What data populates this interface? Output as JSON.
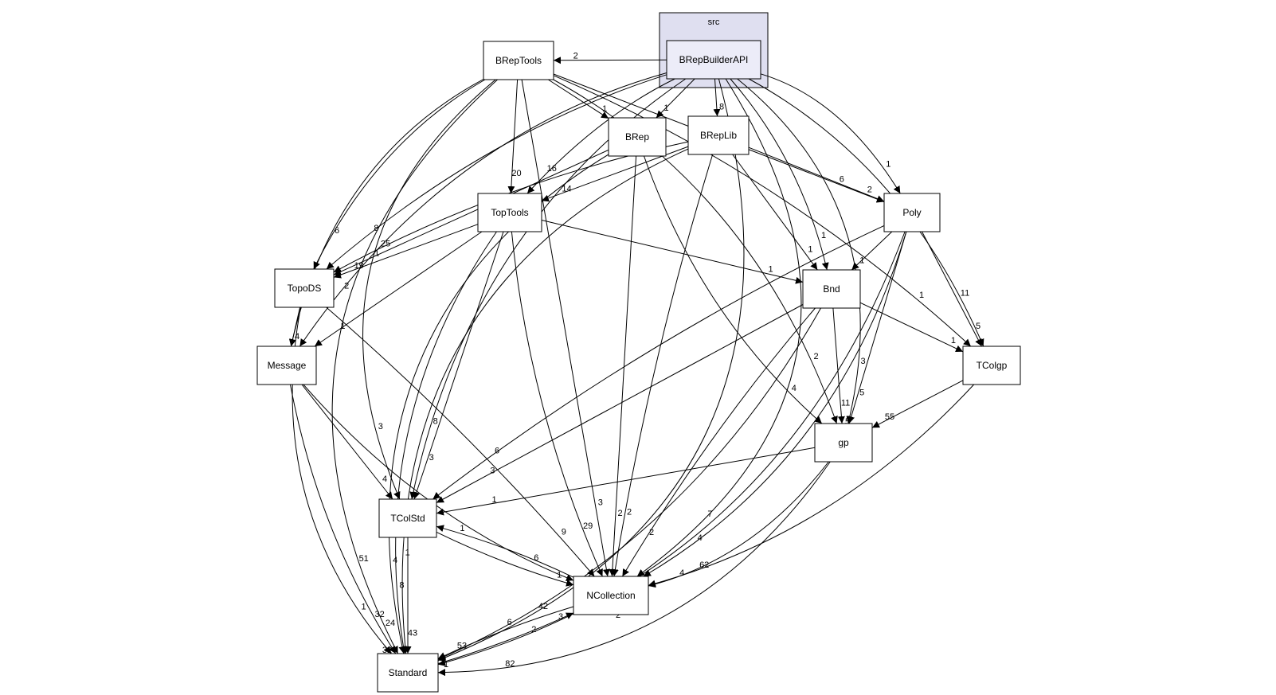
{
  "cluster": {
    "label": "src"
  },
  "nodes": [
    {
      "id": "BRepBuilderAPI",
      "label": "BRepBuilderAPI",
      "in_cluster": true
    },
    {
      "id": "BRepTools",
      "label": "BRepTools"
    },
    {
      "id": "BRep",
      "label": "BRep"
    },
    {
      "id": "BRepLib",
      "label": "BRepLib"
    },
    {
      "id": "TopTools",
      "label": "TopTools"
    },
    {
      "id": "Poly",
      "label": "Poly"
    },
    {
      "id": "TopoDS",
      "label": "TopoDS"
    },
    {
      "id": "Bnd",
      "label": "Bnd"
    },
    {
      "id": "Message",
      "label": "Message"
    },
    {
      "id": "TColgp",
      "label": "TColgp"
    },
    {
      "id": "gp",
      "label": "gp"
    },
    {
      "id": "TColStd",
      "label": "TColStd"
    },
    {
      "id": "NCollection",
      "label": "NCollection"
    },
    {
      "id": "Standard",
      "label": "Standard"
    }
  ],
  "edges": [
    {
      "from": "BRepBuilderAPI",
      "to": "BRepTools",
      "label": "2"
    },
    {
      "from": "BRepBuilderAPI",
      "to": "BRep",
      "label": "1"
    },
    {
      "from": "BRepBuilderAPI",
      "to": "BRepLib",
      "label": "8"
    },
    {
      "from": "BRepBuilderAPI",
      "to": "TopTools",
      "label": "16"
    },
    {
      "from": "BRepBuilderAPI",
      "to": "Poly",
      "label": "1"
    },
    {
      "from": "BRepBuilderAPI",
      "to": "TopoDS",
      "label": "8"
    },
    {
      "from": "BRepBuilderAPI",
      "to": "Bnd",
      "label": "1"
    },
    {
      "from": "BRepBuilderAPI",
      "to": "Message",
      "label": "2"
    },
    {
      "from": "BRepBuilderAPI",
      "to": "TColgp",
      "label": "11"
    },
    {
      "from": "BRepBuilderAPI",
      "to": "gp",
      "label": "3"
    },
    {
      "from": "BRepBuilderAPI",
      "to": "TColStd",
      "label": "8"
    },
    {
      "from": "BRepBuilderAPI",
      "to": "NCollection",
      "label": "7"
    },
    {
      "from": "BRepBuilderAPI",
      "to": "Standard",
      "label": "42"
    },
    {
      "from": "BRepTools",
      "to": "BRep",
      "label": "1"
    },
    {
      "from": "BRepTools",
      "to": "TopTools",
      "label": "20"
    },
    {
      "from": "BRepTools",
      "to": "TopoDS",
      "label": "6"
    },
    {
      "from": "BRepTools",
      "to": "Message",
      "label": "2"
    },
    {
      "from": "BRepTools",
      "to": "TColStd",
      "label": "3"
    },
    {
      "from": "BRepTools",
      "to": "NCollection",
      "label": "3"
    },
    {
      "from": "BRepTools",
      "to": "Standard",
      "label": "51"
    },
    {
      "from": "BRepTools",
      "to": "gp",
      "label": "2"
    },
    {
      "from": "BRepTools",
      "to": "TColgp",
      "label": "1"
    },
    {
      "from": "BRepTools",
      "to": "Poly",
      "label": "6"
    },
    {
      "from": "BRep",
      "to": "TopoDS",
      "label": "1"
    },
    {
      "from": "BRep",
      "to": "NCollection",
      "label": "2"
    },
    {
      "from": "BRep",
      "to": "gp",
      "label": "4"
    },
    {
      "from": "BRep",
      "to": "Standard",
      "label": "4"
    },
    {
      "from": "BRepLib",
      "to": "TopTools",
      "label": "14"
    },
    {
      "from": "BRepLib",
      "to": "TopoDS",
      "label": "25"
    },
    {
      "from": "BRepLib",
      "to": "Poly",
      "label": "2"
    },
    {
      "from": "BRepLib",
      "to": "Bnd",
      "label": "1"
    },
    {
      "from": "BRepLib",
      "to": "NCollection",
      "label": "2"
    },
    {
      "from": "BRepLib",
      "to": "Standard",
      "label": "1"
    },
    {
      "from": "TopTools",
      "to": "TopoDS",
      "label": "19"
    },
    {
      "from": "TopTools",
      "to": "Message",
      "label": "1"
    },
    {
      "from": "TopTools",
      "to": "Bnd",
      "label": "1"
    },
    {
      "from": "TopTools",
      "to": "TColStd",
      "label": "3"
    },
    {
      "from": "TopTools",
      "to": "NCollection",
      "label": "29"
    },
    {
      "from": "TopTools",
      "to": "Standard",
      "label": "8"
    },
    {
      "from": "Poly",
      "to": "Bnd",
      "label": "1"
    },
    {
      "from": "Poly",
      "to": "TColgp",
      "label": "5"
    },
    {
      "from": "Poly",
      "to": "gp",
      "label": "5"
    },
    {
      "from": "Poly",
      "to": "TColStd",
      "label": "6"
    },
    {
      "from": "Poly",
      "to": "NCollection",
      "label": "4"
    },
    {
      "from": "Poly",
      "to": "Standard",
      "label": "2"
    },
    {
      "from": "TopoDS",
      "to": "Message",
      "label": "4"
    },
    {
      "from": "TopoDS",
      "to": "NCollection",
      "label": "9"
    },
    {
      "from": "TopoDS",
      "to": "Standard",
      "label": "1"
    },
    {
      "from": "Bnd",
      "to": "TColgp",
      "label": "1"
    },
    {
      "from": "Bnd",
      "to": "gp",
      "label": "11"
    },
    {
      "from": "Bnd",
      "to": "TColStd",
      "label": "3"
    },
    {
      "from": "Bnd",
      "to": "NCollection",
      "label": "2"
    },
    {
      "from": "Bnd",
      "to": "Standard",
      "label": "6"
    },
    {
      "from": "Message",
      "to": "TColStd",
      "label": "4"
    },
    {
      "from": "Message",
      "to": "NCollection",
      "label": "6"
    },
    {
      "from": "Message",
      "to": "Standard",
      "label": "32"
    },
    {
      "from": "TColgp",
      "to": "gp",
      "label": "55"
    },
    {
      "from": "TColgp",
      "to": "NCollection",
      "label": "62"
    },
    {
      "from": "gp",
      "to": "TColStd",
      "label": "1"
    },
    {
      "from": "gp",
      "to": "NCollection",
      "label": "4"
    },
    {
      "from": "gp",
      "to": "Standard",
      "label": "82"
    },
    {
      "from": "TColStd",
      "to": "NCollection",
      "label": "1"
    },
    {
      "from": "TColStd",
      "to": "Standard",
      "label": "43"
    },
    {
      "from": "NCollection",
      "to": "TColStd",
      "label": "1"
    },
    {
      "from": "NCollection",
      "to": "Standard",
      "label": "53"
    },
    {
      "from": "Standard",
      "to": "NCollection",
      "label": "3"
    }
  ],
  "extra_labels": [
    "24",
    "2",
    "5",
    "7",
    "32",
    "6",
    "3",
    "1"
  ]
}
